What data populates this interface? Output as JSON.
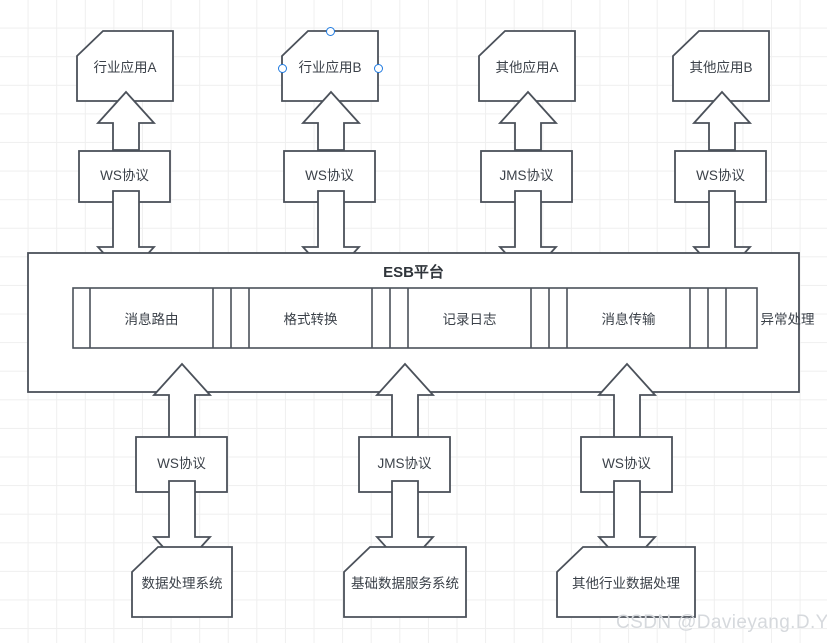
{
  "diagram": {
    "title": "ESB平台",
    "stroke_color": "#4b515a",
    "text_color": "#3b4149",
    "selection_color": "#1f7ae0",
    "background_color": "#ffffff",
    "grid_color": "#efefef"
  },
  "top_applications": [
    {
      "label": "行业应用A",
      "selected": false
    },
    {
      "label": "行业应用B",
      "selected": true
    },
    {
      "label": "其他应用A",
      "selected": false
    },
    {
      "label": "其他应用B",
      "selected": false
    }
  ],
  "top_protocols": [
    {
      "label": "WS协议"
    },
    {
      "label": "WS协议"
    },
    {
      "label": "JMS协议"
    },
    {
      "label": "WS协议"
    }
  ],
  "esb": {
    "title": "ESB平台",
    "capabilities": [
      {
        "label": "消息路由"
      },
      {
        "label": "格式转换"
      },
      {
        "label": "记录日志"
      },
      {
        "label": "消息传输"
      },
      {
        "label": "异常处理"
      }
    ]
  },
  "bottom_protocols": [
    {
      "label": "WS协议"
    },
    {
      "label": "JMS协议"
    },
    {
      "label": "WS协议"
    }
  ],
  "bottom_systems": [
    {
      "label": "数据处理系统"
    },
    {
      "label": "基础数据服务系统"
    },
    {
      "label": "其他行业数据处理"
    }
  ],
  "watermark": {
    "text": "CSDN @Davieyang.D.Y"
  }
}
